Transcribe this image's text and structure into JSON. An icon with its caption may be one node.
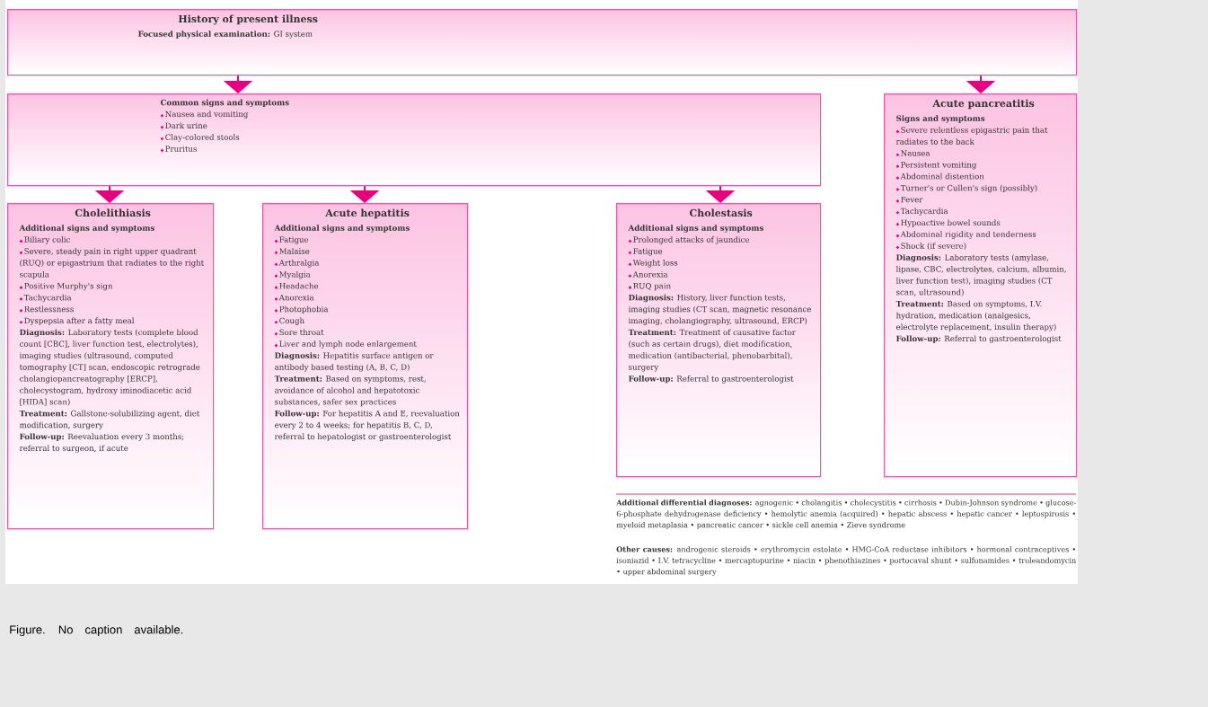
{
  "diagram": {
    "caption": "Figure. No caption available.",
    "nodes": [
      {
        "text": [
          "History of present illness",
          "**Focused physical examination:** GI system"
        ]
      },
      {
        "text": [
          "Common signs and symptoms",
          "Nausea and vomiting",
          "Dark urine",
          "Clay-colored stools",
          "Pruritus"
        ]
      },
      {
        "text": [
          "Cholelithiasis",
          "Additional signs and symptoms",
          "Biliary colic",
          "Severe, steady pain in right upper quadrant (RUQ) or epigastrium that radiates to the right scapula",
          "Positive Murphy's sign",
          "Tachycardia",
          "Restlessness",
          "Dyspepsia after a fatty meal",
          "**Diagnosis:** Laboratory tests (complete blood count [CBC], liver function test, electrolytes), imaging studies (ultrasound, computed tomography [CT] scan, endoscopic retrograde cholangiopancreatography [ERCP], cholecystogram, hydroxy iminodiacetic acid [HIDA] scan)",
          "**Treatment:** Gallstone-solubilizing agent, diet modification, surgery",
          "**Follow-up:** Reevaluation every 3 months; referral to surgeon, if acute"
        ]
      },
      {
        "text": [
          "Acute hepatitis",
          "Additional signs and symptoms",
          "Fatigue",
          "Malaise",
          "Arthralgia",
          "Myalgia",
          "Headache",
          "Anorexia",
          "Photophobia",
          "Cough",
          "Sore throat",
          "Liver and lymph node enlargement",
          "**Diagnosis:** Hepatitis surface antigen or antibody based testing (A, B, C, D)",
          "**Treatment:** Based on symptoms, rest, avoidance of alcohol and hepatotoxic substances, safer sex practices",
          "**Follow-up:** For hepatitis A and E, reevaluation every 2 to 4 weeks; for hepatitis B, C, D, referral to hepatologist or gastroenterologist"
        ]
      },
      {
        "text": [
          "Cholestasis",
          "Additional signs and symptoms",
          "Prolonged attacks of jaundice",
          "Fatigue",
          "Weight loss",
          "Anorexia",
          "RUQ pain",
          "**Diagnosis:** History, liver function tests, imaging studies (CT scan, magnetic resonance imaging, cholangiography, ultrasound, ERCP)",
          "**Treatment:** Treatment of causative factor (such as certain drugs), diet modification, medication (antibacterial, phenobarbital), surgery",
          "**Follow-up:** Referral to gastroenterologist"
        ]
      },
      {
        "text": [
          "Acute pancreatitis",
          "Signs and symptoms",
          "Severe relentless epigastric pain that radiates to the back",
          "Nausea",
          "Persistent vomiting",
          "Abdominal distention",
          "Turner's or Cullen's sign (possibly)",
          "Fever",
          "Tachycardia",
          "Hypoactive bowel sounds",
          "Abdominal rigidity and tenderness",
          "Shock (if severe)",
          "**Diagnosis:** Laboratory tests (amylase, lipase, CBC, electrolytes, calcium, albumin, liver function test), imaging studies (CT scan, ultrasound)",
          "**Treatment:** Based on symptoms, I.V. hydration, medication (analgesics, electrolyte replacement, insulin therapy)",
          "**Follow-up:** Referral to gastroenterologist"
        ]
      }
    ],
    "edges": [
      {
        "from": 0,
        "to": 1,
        "arrow": "to"
      },
      {
        "from": 0,
        "to": 5,
        "arrow": "to"
      },
      {
        "from": 1,
        "to": 2,
        "arrow": "to"
      },
      {
        "from": 1,
        "to": 3,
        "arrow": "to"
      },
      {
        "from": 1,
        "to": 4,
        "arrow": "to"
      }
    ],
    "labels": [
      "**Additional differential diagnoses:** agnogenic • cholangitis • cholecystitis • cirrhosis • Dubin-Johnson syndrome • glucose-6-phosphate dehydrogenase deficiency • hemolytic anemia (acquired) • hepatic abscess • hepatic cancer • leptospirosis • myeloid metaplasia • pancreatic cancer • sickle cell anemia • Zieve syndrome",
      "**Other causes:** androgenic steroids • erythromycin estolate • HMG-CoA reductase inhibitors • hormonal contraceptives • isoniazid • I.V. tetracycline • mercaptopurine • niacin • phenothiazines • portocaval shunt • sulfonamides • troleandomycin • upper abdominal surgery"
    ]
  }
}
